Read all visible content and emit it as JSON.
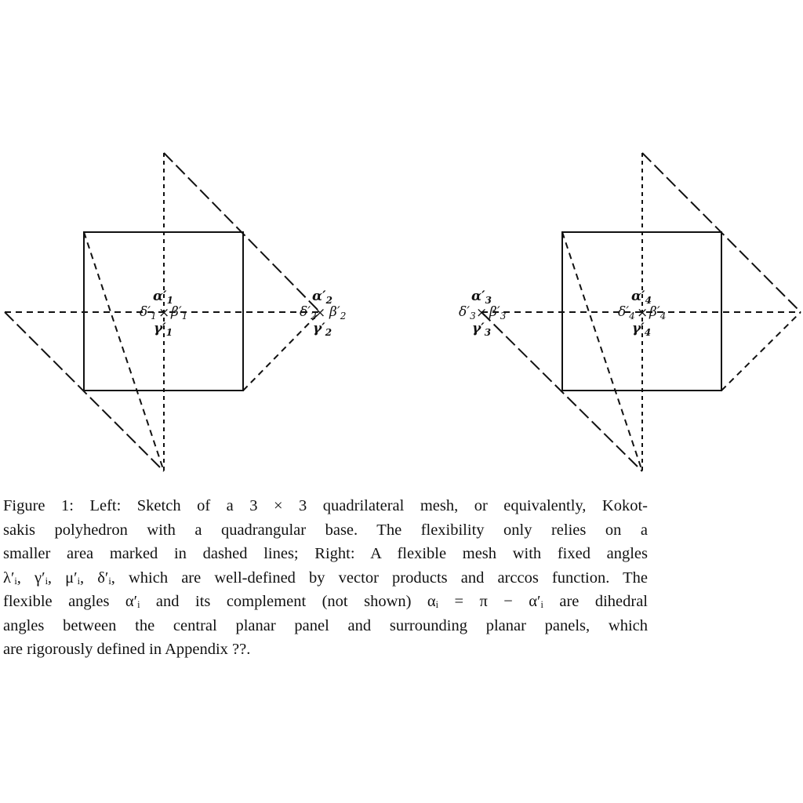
{
  "figure": {
    "left_mesh": {
      "vertex_labels": [
        {
          "id": "v1",
          "alpha": "α′",
          "alpha_sub": "1",
          "beta": "β′",
          "beta_sub": "1",
          "gamma": "γ′",
          "gamma_sub": "1",
          "delta": "δ′",
          "delta_sub": "1"
        },
        {
          "id": "v2",
          "alpha": "α′",
          "alpha_sub": "2",
          "beta": "β′",
          "beta_sub": "2",
          "gamma": "γ′",
          "gamma_sub": "2",
          "delta": "δ′",
          "delta_sub": "2"
        }
      ]
    },
    "right_mesh": {
      "vertex_labels": [
        {
          "id": "v3",
          "alpha": "α′",
          "alpha_sub": "3",
          "beta": "β′",
          "beta_sub": "3",
          "gamma": "γ′",
          "gamma_sub": "3",
          "delta": "δ′",
          "delta_sub": "3"
        },
        {
          "id": "v4",
          "alpha": "α′",
          "alpha_sub": "4",
          "beta": "β′",
          "beta_sub": "4",
          "gamma": "γ′",
          "gamma_sub": "4",
          "delta": "δ′",
          "delta_sub": "4"
        }
      ]
    }
  },
  "caption": {
    "lines": [
      "Figure 1: Left: Sketch of a 3 × 3 quadrilateral mesh, or equivalently, Kokot-",
      "sakis polyhedron with a quadrangular base. The flexibility only relies on a",
      "smaller area marked in dashed lines; Right: A flexible mesh with fixed angles",
      "λ′ᵢ, γ′ᵢ, μ′ᵢ, δ′ᵢ, which are well-defined by vector products and arccos function. The",
      "flexible angles α′ᵢ and its complement (not shown) αᵢ = π − α′ᵢ are dihedral",
      "angles between the central planar panel and surrounding planar panels, which",
      "are rigorously defined in Appendix ??."
    ]
  }
}
